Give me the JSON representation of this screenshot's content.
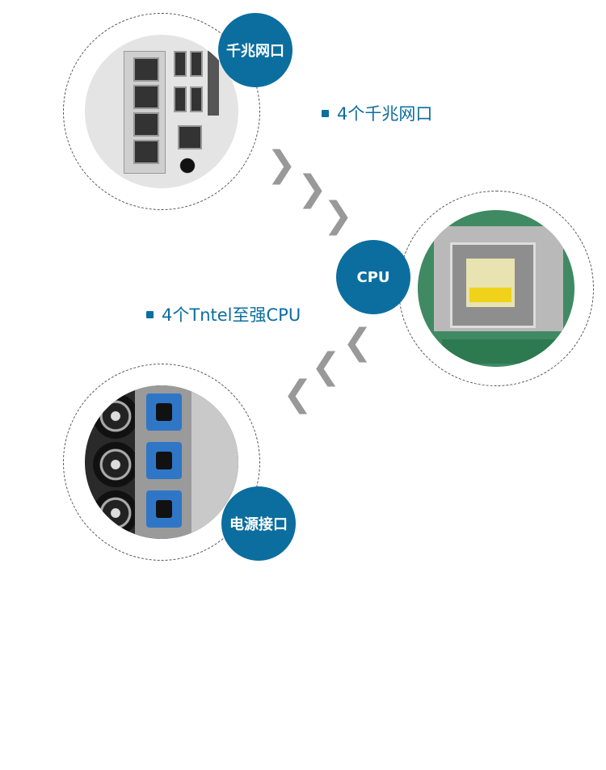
{
  "sections": [
    {
      "badge": "千兆网口",
      "feature": "4个千兆网口",
      "photo_icon": "ethernet-ports-photo"
    },
    {
      "badge": "CPU",
      "feature": "4个Tntel至强CPU",
      "photo_icon": "cpu-socket-photo"
    },
    {
      "badge": "电源接口",
      "photo_icon": "power-supply-photo"
    }
  ],
  "colors": {
    "accent": "#0b6e9f",
    "chevron": "#999999"
  }
}
